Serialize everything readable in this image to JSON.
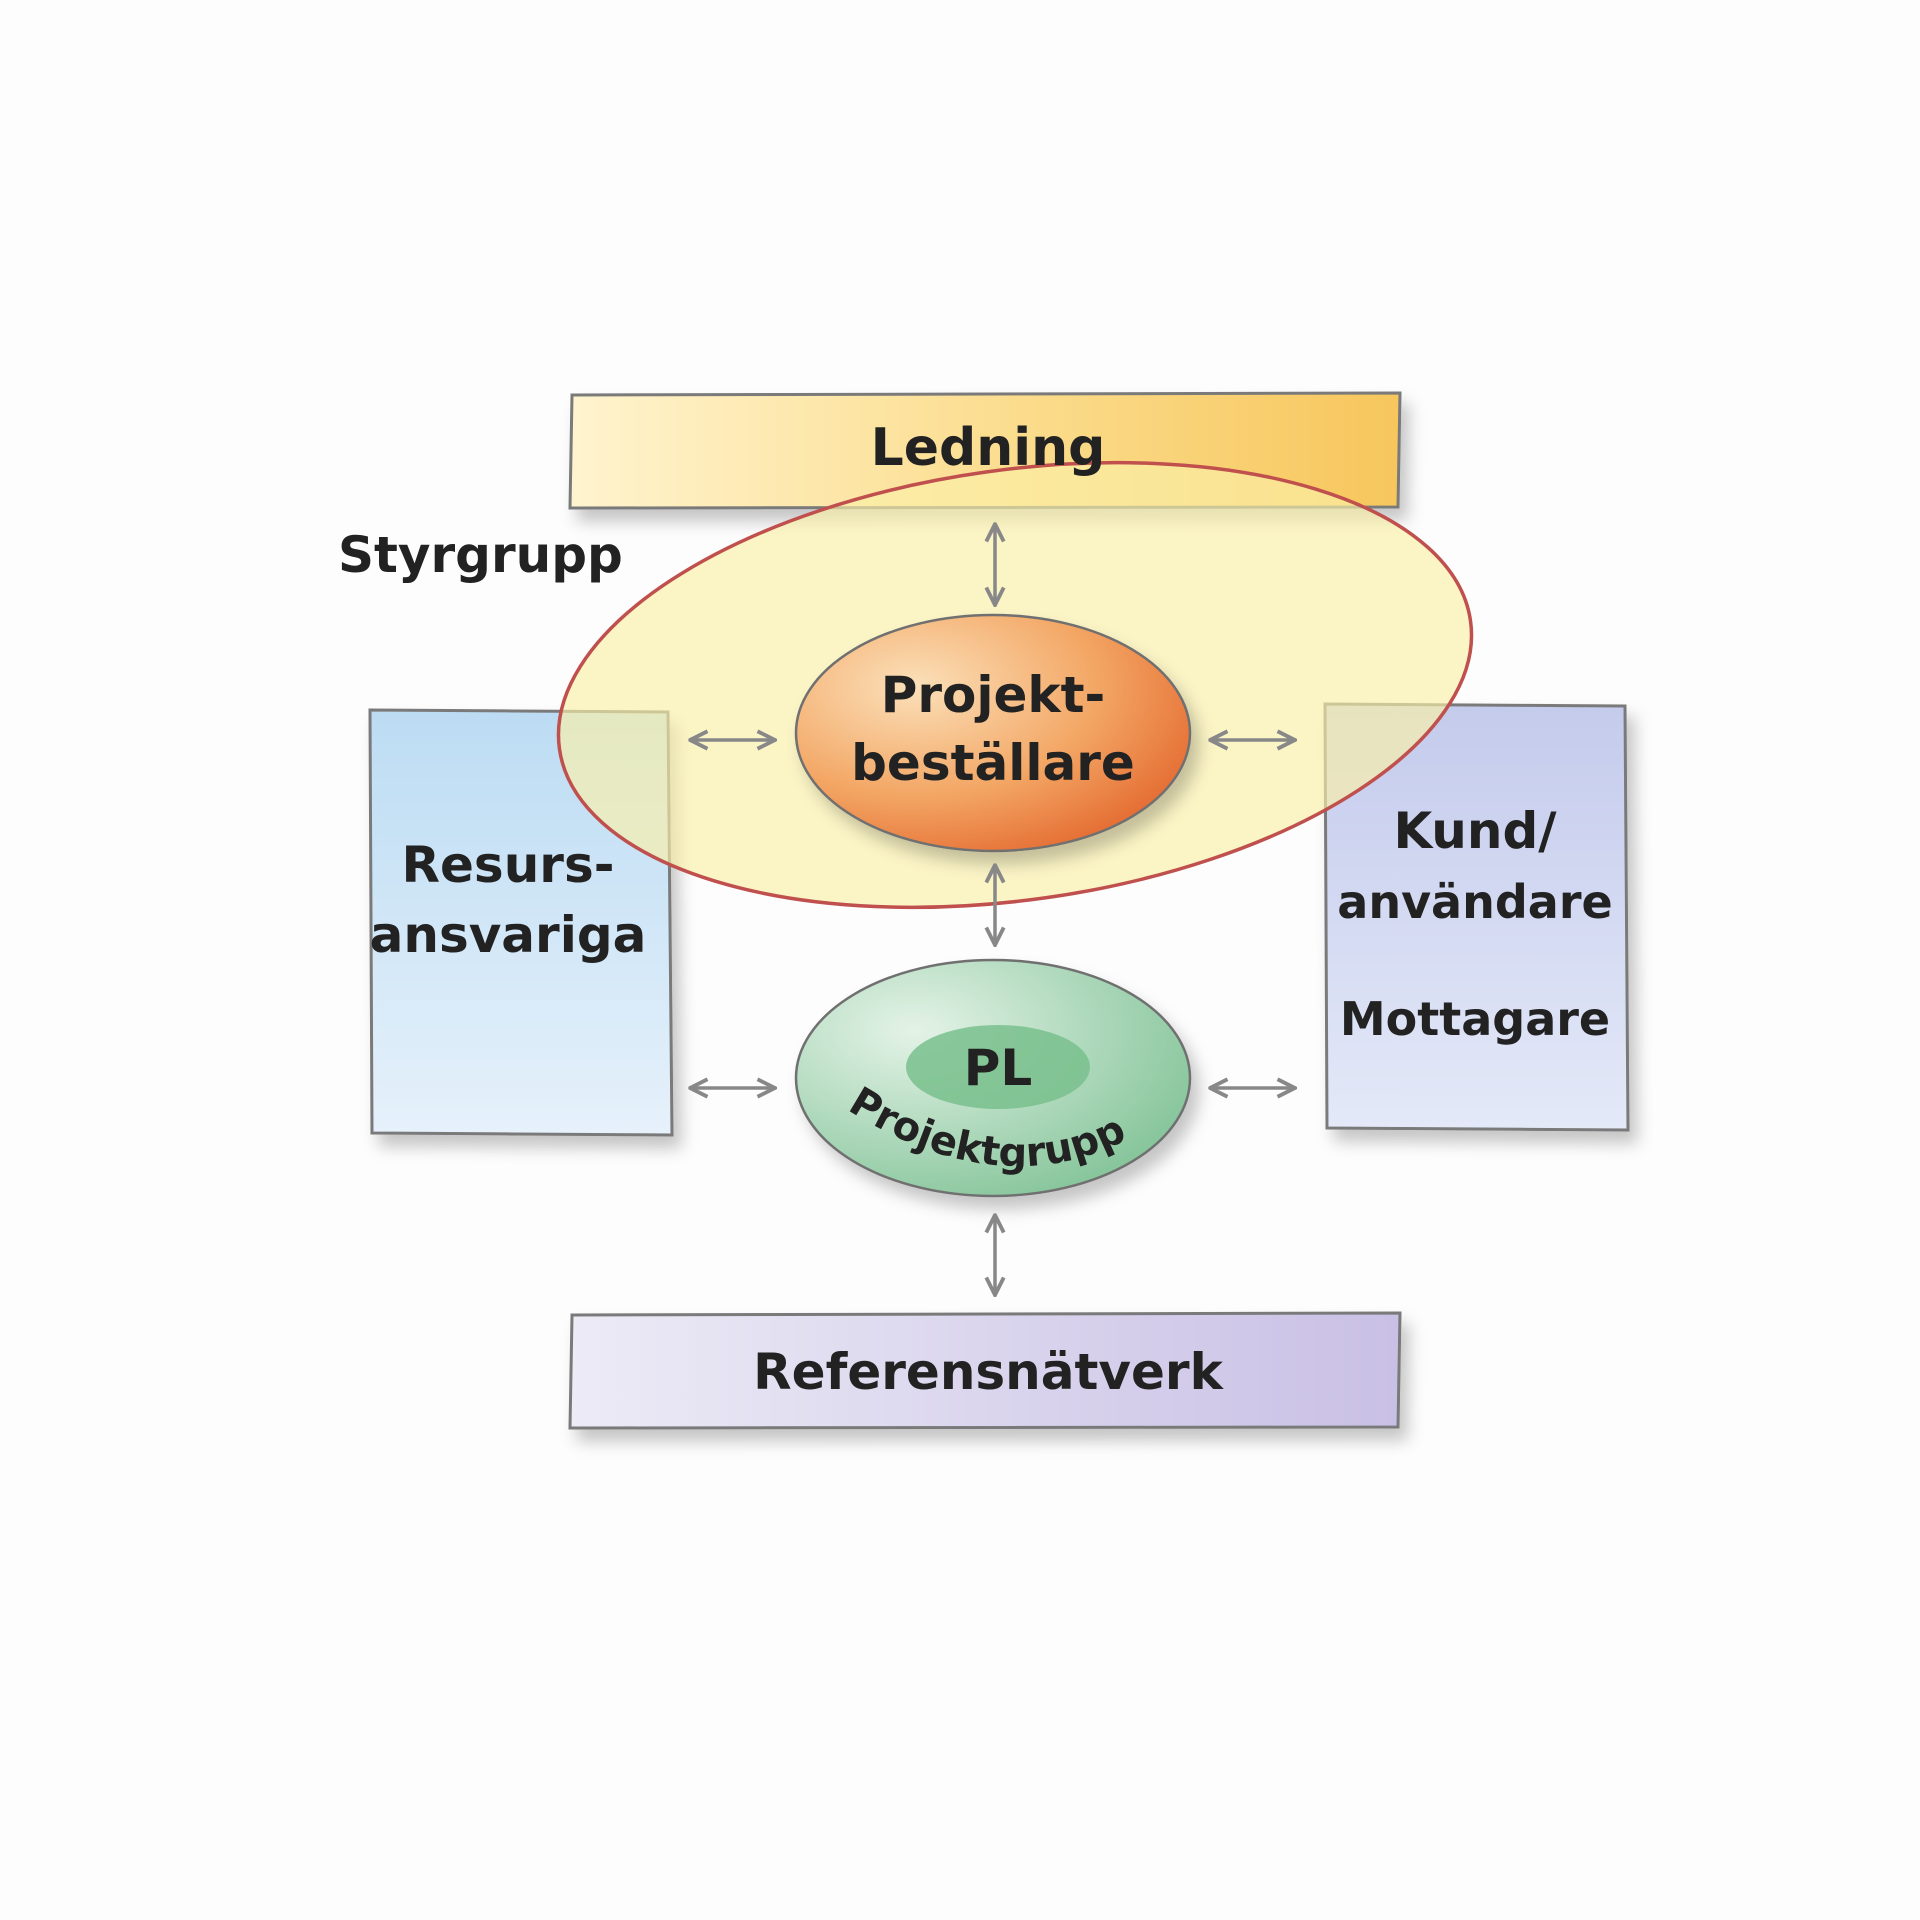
{
  "diagram": {
    "top_box": {
      "label": "Ledning"
    },
    "steering_group": {
      "label": "Styrgrupp"
    },
    "sponsor": {
      "line1": "Projekt-",
      "line2": "beställare"
    },
    "left_box": {
      "line1": "Resurs-",
      "line2": "ansvariga"
    },
    "right_box": {
      "line1": "Kund/",
      "line2": "användare",
      "line3": "Mottagare"
    },
    "team": {
      "center": "PL",
      "label": "Projektgrupp"
    },
    "bottom_box": {
      "label": "Referensnätverk"
    }
  },
  "colors": {
    "ledning": "#f7c65c",
    "styrgrupp_fill": "#fbf1b4",
    "styrgrupp_border": "#c0504d",
    "sponsor": "#ec7d35",
    "resurs": "#c5e1f5",
    "kund": "#cdd5ee",
    "team": "#8fc9a1",
    "referens": "#cfc7e8"
  }
}
